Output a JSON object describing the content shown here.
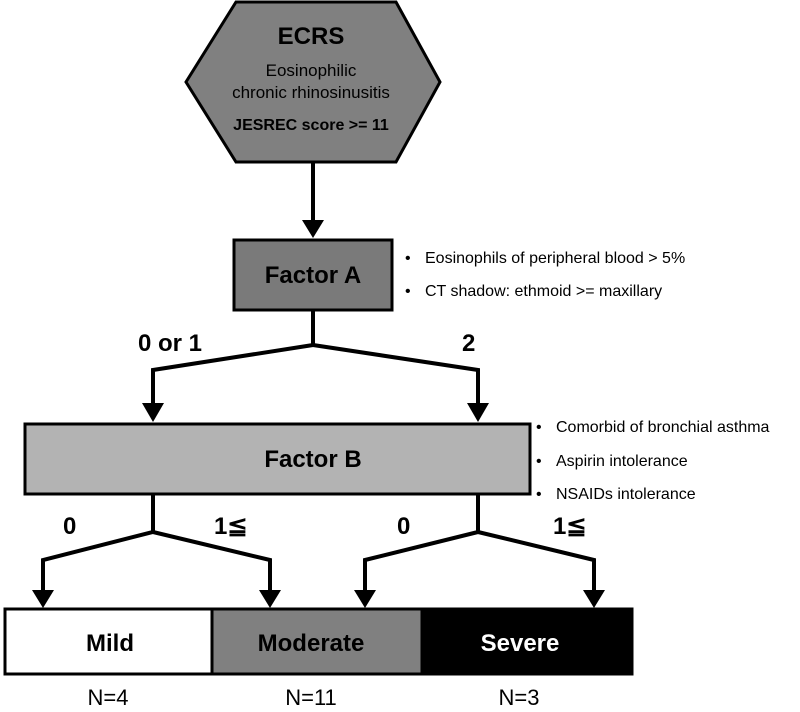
{
  "top_node": {
    "title": "ECRS",
    "subtitle_line1": "Eosinophilic",
    "subtitle_line2": "chronic rhinosinusitis",
    "criterion": "JESREC score >= 11"
  },
  "factor_a": {
    "label": "Factor A",
    "bullets": [
      "Eosinophils of peripheral blood > 5%",
      "CT shadow: ethmoid >= maxillary"
    ],
    "branch_left": "0 or 1",
    "branch_right": "2"
  },
  "factor_b": {
    "label": "Factor B",
    "bullets": [
      "Comorbid of bronchial asthma",
      "Aspirin intolerance",
      "NSAIDs intolerance"
    ],
    "left_branch_a": "0",
    "left_branch_b": "1≦",
    "right_branch_a": "0",
    "right_branch_b": "1≦"
  },
  "outcomes": [
    {
      "label": "Mild",
      "count": "N=4",
      "fill": "#ffffff",
      "text_color": "#000000"
    },
    {
      "label": "Moderate",
      "count": "N=11",
      "fill": "#808080",
      "text_color": "#000000"
    },
    {
      "label": "Severe",
      "count": "N=3",
      "fill": "#000000",
      "text_color": "#ffffff"
    }
  ],
  "colors": {
    "top_node_fill": "#808080",
    "factor_a_fill": "#7a7a7a",
    "factor_b_fill": "#b3b3b3",
    "line": "#000000"
  }
}
